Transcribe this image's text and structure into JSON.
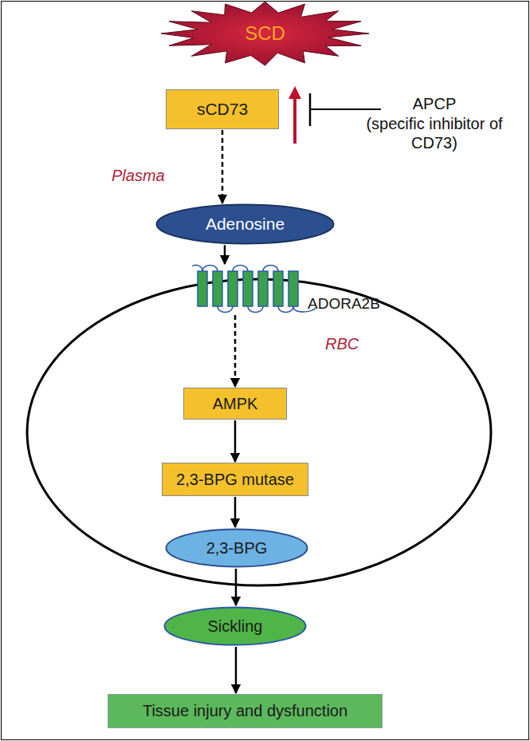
{
  "diagram": {
    "nodes": [
      {
        "text": [
          "SCD"
        ]
      },
      {
        "text": [
          "sCD73"
        ]
      },
      {
        "text": [
          "Adenosine"
        ]
      },
      {
        "text": [
          "ADORA2B"
        ]
      },
      {
        "text": [
          "RBC"
        ]
      },
      {
        "text": [
          "AMPK"
        ],
        "in": 4
      },
      {
        "text": [
          "2,3-BPG mutase"
        ],
        "in": 4
      },
      {
        "text": [
          "2,3-BPG"
        ],
        "in": 4
      },
      {
        "text": [
          "Sickling"
        ]
      },
      {
        "text": [
          "Tissue injury and dysfunction"
        ]
      }
    ],
    "edges": [
      {
        "from": 1,
        "to": 2,
        "arrow": "to"
      },
      {
        "from": 2,
        "to": 3,
        "arrow": "to"
      },
      {
        "from": 3,
        "to": 5,
        "arrow": "to"
      },
      {
        "from": 5,
        "to": 6,
        "arrow": "to"
      },
      {
        "from": 6,
        "to": 7,
        "arrow": "to"
      },
      {
        "from": 7,
        "to": 8,
        "arrow": "to"
      },
      {
        "from": 8,
        "to": 9,
        "arrow": "to"
      }
    ],
    "labels": [
      "Plasma",
      "APCP",
      "(specific inhibitor of CD73)"
    ]
  }
}
